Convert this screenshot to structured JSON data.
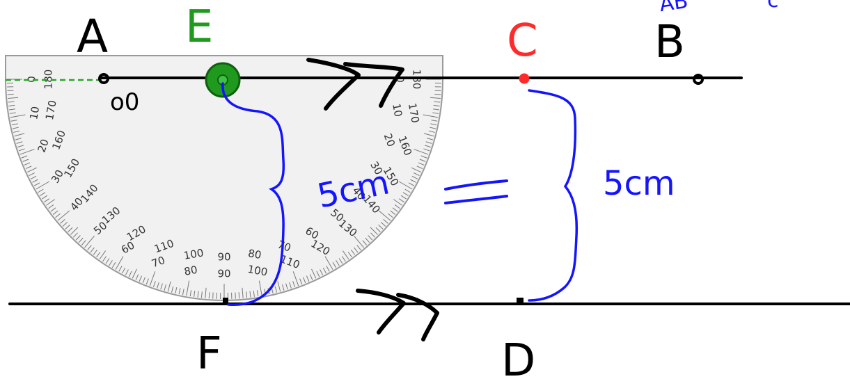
{
  "colors": {
    "ink": "#000000",
    "green": "#1f9a1f",
    "green_dark": "#0f5f0f",
    "red": "#ff2a2a",
    "blue": "#1414ff",
    "protractor_fill": "#f1f1f1",
    "protractor_edge": "#9a9a9a",
    "green_dash": "#2aa52a"
  },
  "labels": {
    "A": "A",
    "E": "E",
    "C": "C",
    "B": "B",
    "F": "F",
    "D": "D",
    "origin": "o0",
    "dist_left": "5cm",
    "dist_right": "5cm",
    "equals": "=",
    "corner_ab": "AB",
    "corner_c": "c"
  },
  "protractor": {
    "outer_labels": [
      "0",
      "10",
      "20",
      "30",
      "40",
      "50",
      "60",
      "70",
      "80",
      "90",
      "100",
      "110",
      "120",
      "130",
      "140",
      "150",
      "160",
      "170",
      "180"
    ],
    "inner_labels": [
      "180",
      "170",
      "160",
      "150",
      "140",
      "130",
      "120",
      "110",
      "100",
      "90",
      "80",
      "70",
      "60",
      "50",
      "40",
      "30",
      "20",
      "10",
      "0"
    ]
  },
  "icons": {
    "parallel_top": "double-arrow-icon",
    "parallel_bottom": "double-arrow-icon"
  }
}
